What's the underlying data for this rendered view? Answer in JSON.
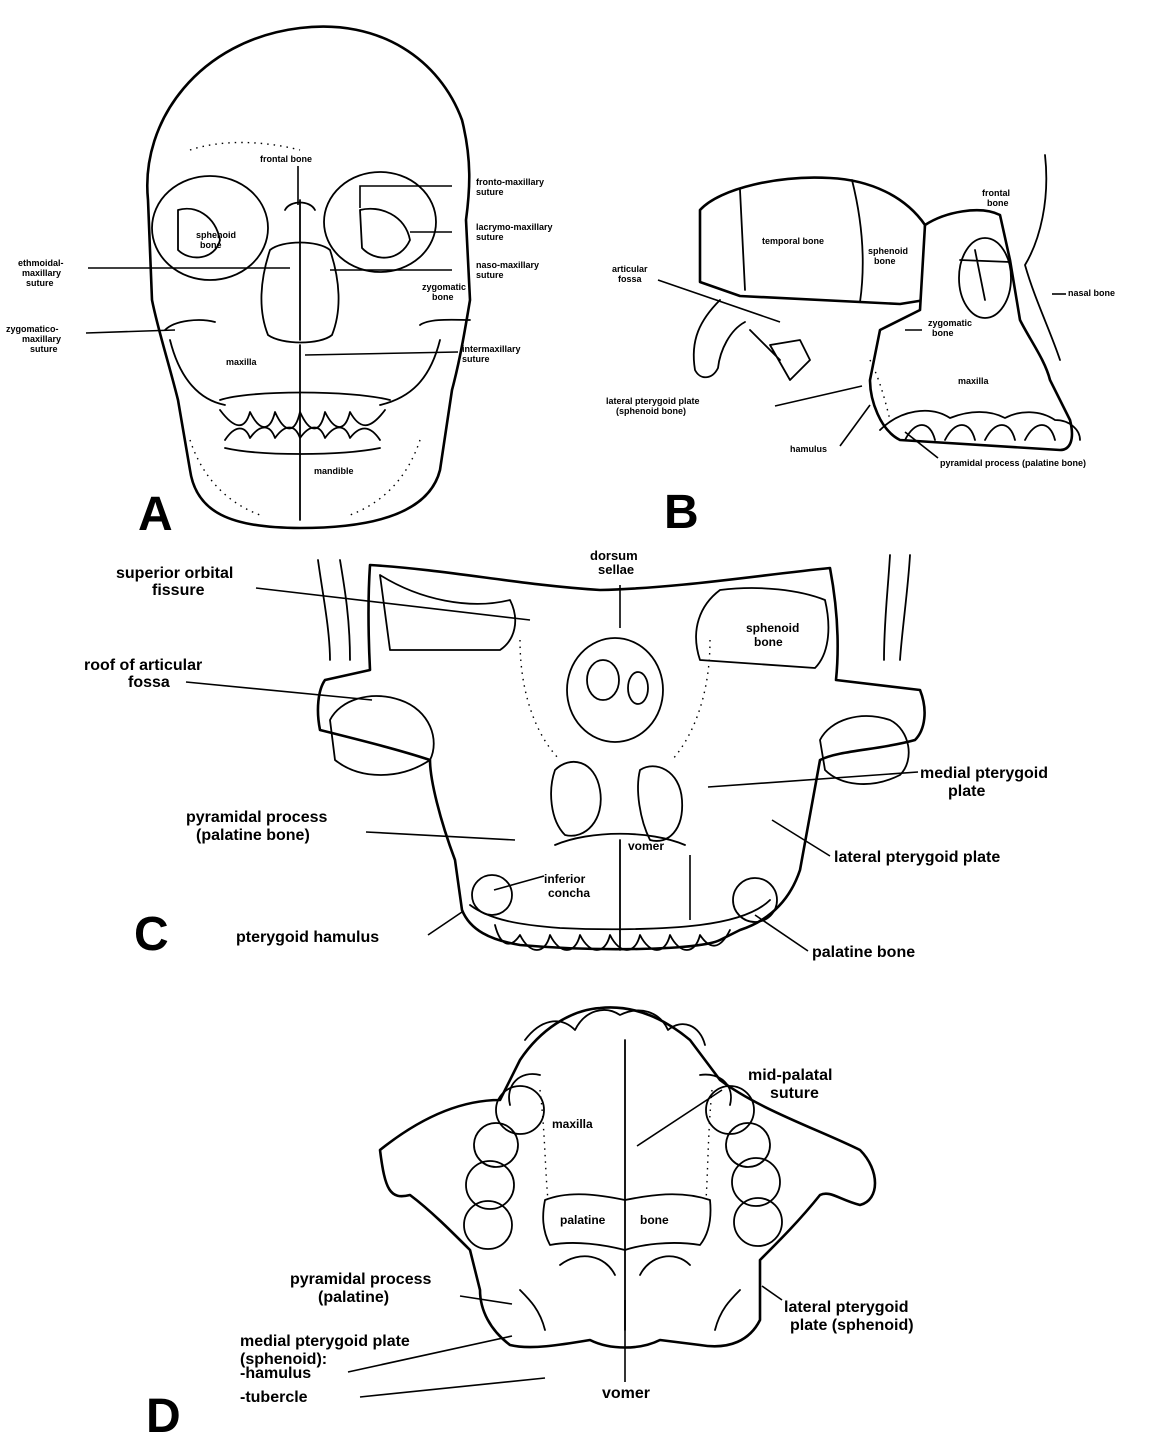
{
  "panels": {
    "A": {
      "letter": "A",
      "labels": [
        {
          "id": "frontal-bone",
          "lines": [
            "frontal bone"
          ]
        },
        {
          "id": "fronto-maxillary-suture",
          "lines": [
            "fronto-maxillary",
            "suture"
          ]
        },
        {
          "id": "sphenoid-bone",
          "lines": [
            "sphenoid",
            "bone"
          ]
        },
        {
          "id": "lacrymo-maxillary-suture",
          "lines": [
            "lacrymo-maxillary",
            "suture"
          ]
        },
        {
          "id": "ethmoidal-maxillary-suture",
          "lines": [
            "ethmoidal-",
            "maxillary",
            "suture"
          ]
        },
        {
          "id": "naso-maxillary-suture",
          "lines": [
            "naso-maxillary",
            "suture"
          ]
        },
        {
          "id": "zygomatic-bone",
          "lines": [
            "zygomatic",
            "bone"
          ]
        },
        {
          "id": "zygomatico-maxillary-suture",
          "lines": [
            "zygomatico-",
            "maxillary",
            "suture"
          ]
        },
        {
          "id": "maxilla",
          "lines": [
            "maxilla"
          ]
        },
        {
          "id": "intermaxillary-suture",
          "lines": [
            "intermaxillary",
            "suture"
          ]
        },
        {
          "id": "mandible",
          "lines": [
            "mandible"
          ]
        }
      ]
    },
    "B": {
      "letter": "B",
      "labels": [
        {
          "id": "frontal-bone",
          "lines": [
            "frontal",
            "bone"
          ]
        },
        {
          "id": "temporal-bone",
          "lines": [
            "temporal bone"
          ]
        },
        {
          "id": "sphenoid-bone",
          "lines": [
            "sphenoid",
            "bone"
          ]
        },
        {
          "id": "articular-fossa",
          "lines": [
            "articular",
            "fossa"
          ]
        },
        {
          "id": "nasal-bone",
          "lines": [
            "nasal bone"
          ]
        },
        {
          "id": "zygomatic-bone",
          "lines": [
            "zygomatic",
            "bone"
          ]
        },
        {
          "id": "maxilla",
          "lines": [
            "maxilla"
          ]
        },
        {
          "id": "lateral-pterygoid-plate",
          "lines": [
            "lateral pterygoid plate",
            "(sphenoid bone)"
          ]
        },
        {
          "id": "hamulus",
          "lines": [
            "hamulus"
          ]
        },
        {
          "id": "pyramidal-process",
          "lines": [
            "pyramidal process (palatine bone)"
          ]
        }
      ]
    },
    "C": {
      "letter": "C",
      "labels": [
        {
          "id": "superior-orbital-fissure",
          "lines": [
            "superior orbital",
            "fissure"
          ]
        },
        {
          "id": "dorsum-sellae",
          "lines": [
            "dorsum",
            "sellae"
          ]
        },
        {
          "id": "sphenoid-bone",
          "lines": [
            "sphenoid",
            "bone"
          ]
        },
        {
          "id": "roof-of-articular-fossa",
          "lines": [
            "roof of articular",
            "fossa"
          ]
        },
        {
          "id": "medial-pterygoid-plate",
          "lines": [
            "medial pterygoid",
            "plate"
          ]
        },
        {
          "id": "pyramidal-process",
          "lines": [
            "pyramidal process",
            "(palatine bone)"
          ]
        },
        {
          "id": "vomer",
          "lines": [
            "vomer"
          ]
        },
        {
          "id": "lateral-pterygoid-plate",
          "lines": [
            "lateral pterygoid plate"
          ]
        },
        {
          "id": "inferior-concha",
          "lines": [
            "inferior",
            "concha"
          ]
        },
        {
          "id": "pterygoid-hamulus",
          "lines": [
            "pterygoid hamulus"
          ]
        },
        {
          "id": "palatine-bone",
          "lines": [
            "palatine bone"
          ]
        }
      ]
    },
    "D": {
      "letter": "D",
      "labels": [
        {
          "id": "mid-palatal-suture",
          "lines": [
            "mid-palatal",
            "suture"
          ]
        },
        {
          "id": "maxilla",
          "lines": [
            "maxilla"
          ]
        },
        {
          "id": "palatine-bone-left",
          "lines": [
            "palatine"
          ]
        },
        {
          "id": "palatine-bone-right",
          "lines": [
            "bone"
          ]
        },
        {
          "id": "pyramidal-process",
          "lines": [
            "pyramidal process",
            "(palatine)"
          ]
        },
        {
          "id": "medial-pterygoid-plate",
          "lines": [
            "medial pterygoid plate",
            "(sphenoid):"
          ]
        },
        {
          "id": "hamulus",
          "lines": [
            "-hamulus"
          ]
        },
        {
          "id": "tubercle",
          "lines": [
            "-tubercle"
          ]
        },
        {
          "id": "vomer",
          "lines": [
            "vomer"
          ]
        },
        {
          "id": "lateral-pterygoid-plate",
          "lines": [
            "lateral pterygoid",
            "plate (sphenoid)"
          ]
        }
      ]
    }
  }
}
